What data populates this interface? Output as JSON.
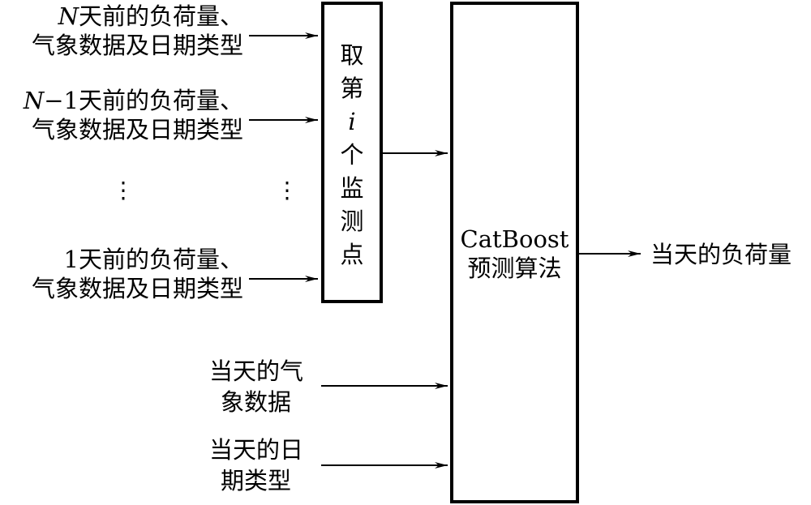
{
  "inputs": [
    {
      "line1_prefix": "N",
      "line1": "天前的负荷量、",
      "line2": "气象数据及日期类型"
    },
    {
      "line1_prefix": "N",
      "line1": "−1天前的负荷量、",
      "line2": "气象数据及日期类型"
    },
    {
      "line1_prefix": "",
      "line1": "1天前的负荷量、",
      "line2": "气象数据及日期类型"
    }
  ],
  "ellipsis": "⋮",
  "selector_box": {
    "chars": [
      "取",
      "第",
      "i",
      "个",
      "监",
      "测",
      "点"
    ]
  },
  "model_box": {
    "line1": "CatBoost",
    "line2": "预测算法"
  },
  "weather_input": {
    "line1": "当天的气",
    "line2": "象数据"
  },
  "date_input": {
    "line1": "当天的日",
    "line2": "期类型"
  },
  "output": {
    "label": "当天的负荷量"
  }
}
